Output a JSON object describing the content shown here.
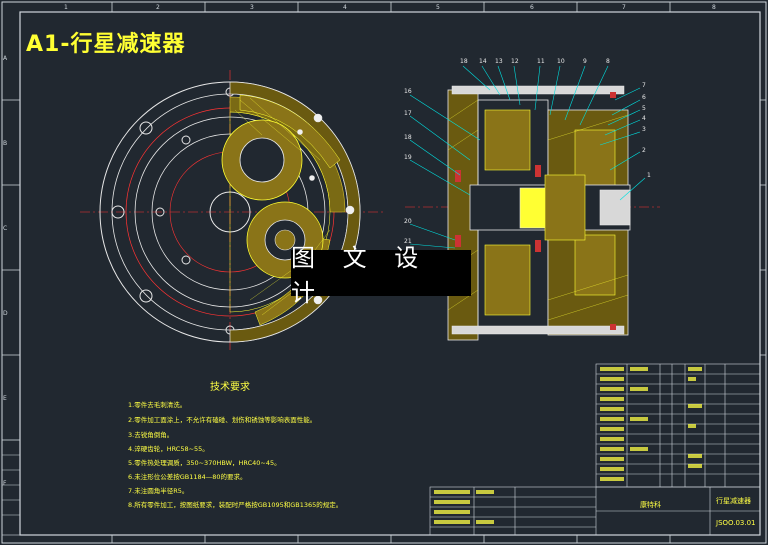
{
  "title": "A1-行星减速器",
  "watermark": "图 文 设 计",
  "notes_title": "技术要求",
  "notes": [
    "1.零件去毛刺清洗。",
    "2.零件加工面涂上，不允许有磕碰、划伤和锈蚀等影响表面性能。",
    "3.去锐角倒角。",
    "4.淬硬齿轮，HRC58~55。",
    "5.零件热处理调质，350~370HBW，HRC40~45。",
    "6.未注形位公差按GB1184—80的要求。",
    "7.未注圆角半径R5。",
    "8.所有零件加工，按图纸要求，装配时严格按GB1095和GB1365的规定。"
  ],
  "part_numbers": [
    "18",
    "14",
    "13",
    "12",
    "11",
    "10",
    "9",
    "8",
    "7",
    "6",
    "5",
    "4",
    "3",
    "2",
    "1",
    "16",
    "17",
    "18",
    "19",
    "20",
    "21"
  ],
  "title_block": {
    "company": "康特科",
    "drawing_name": "行星减速器",
    "drawing_no": "JSOO.03.01"
  },
  "zone_top": [
    "1",
    "2",
    "3",
    "4",
    "5",
    "6",
    "7",
    "8"
  ],
  "zone_side": [
    "A",
    "B",
    "C",
    "D",
    "E",
    "F"
  ]
}
